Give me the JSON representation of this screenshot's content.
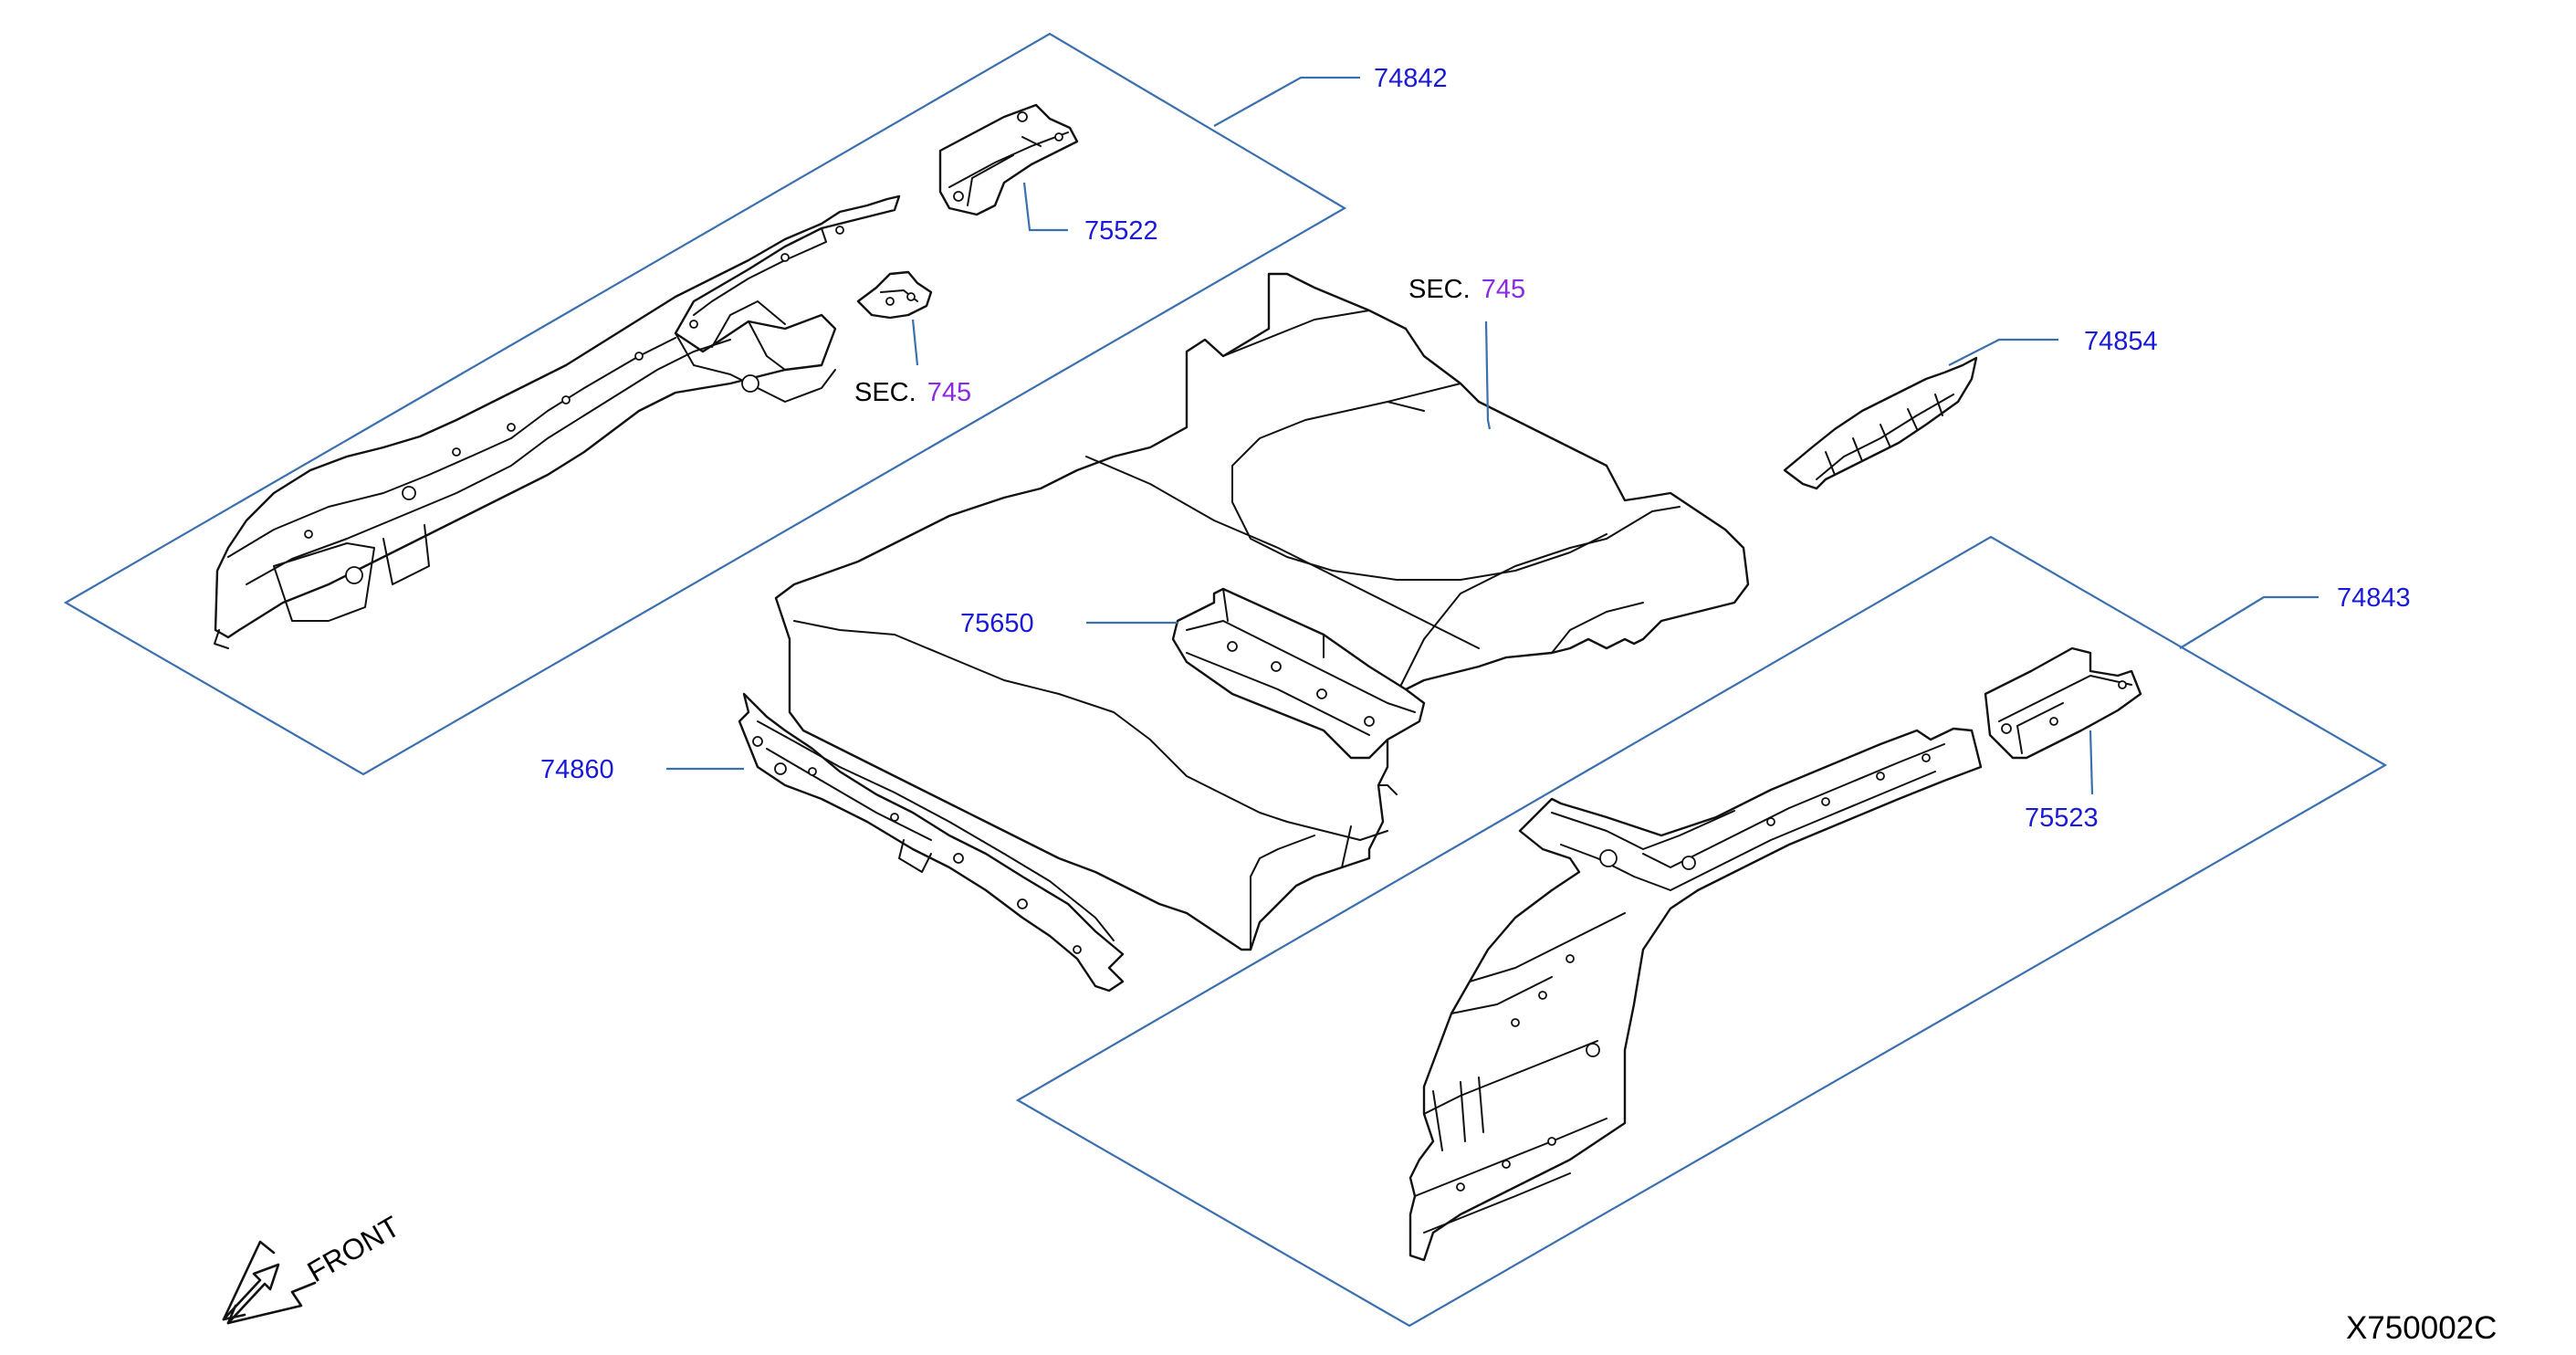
{
  "diagram": {
    "part_numbers": {
      "p74842": "74842",
      "p75522": "75522",
      "p74854": "74854",
      "p75650": "75650",
      "p74860": "74860",
      "p74843": "74843",
      "p75523": "75523"
    },
    "sections": [
      {
        "prefix": "SEC.",
        "ref": "745"
      },
      {
        "prefix": "SEC.",
        "ref": "745"
      }
    ],
    "front_label": "FRONT",
    "drawing_code": "X750002C",
    "colors": {
      "part_number": "#1a1ad6",
      "section_ref": "#8a2be2",
      "frame_line": "#3a6fb0",
      "outline": "#111111"
    }
  }
}
